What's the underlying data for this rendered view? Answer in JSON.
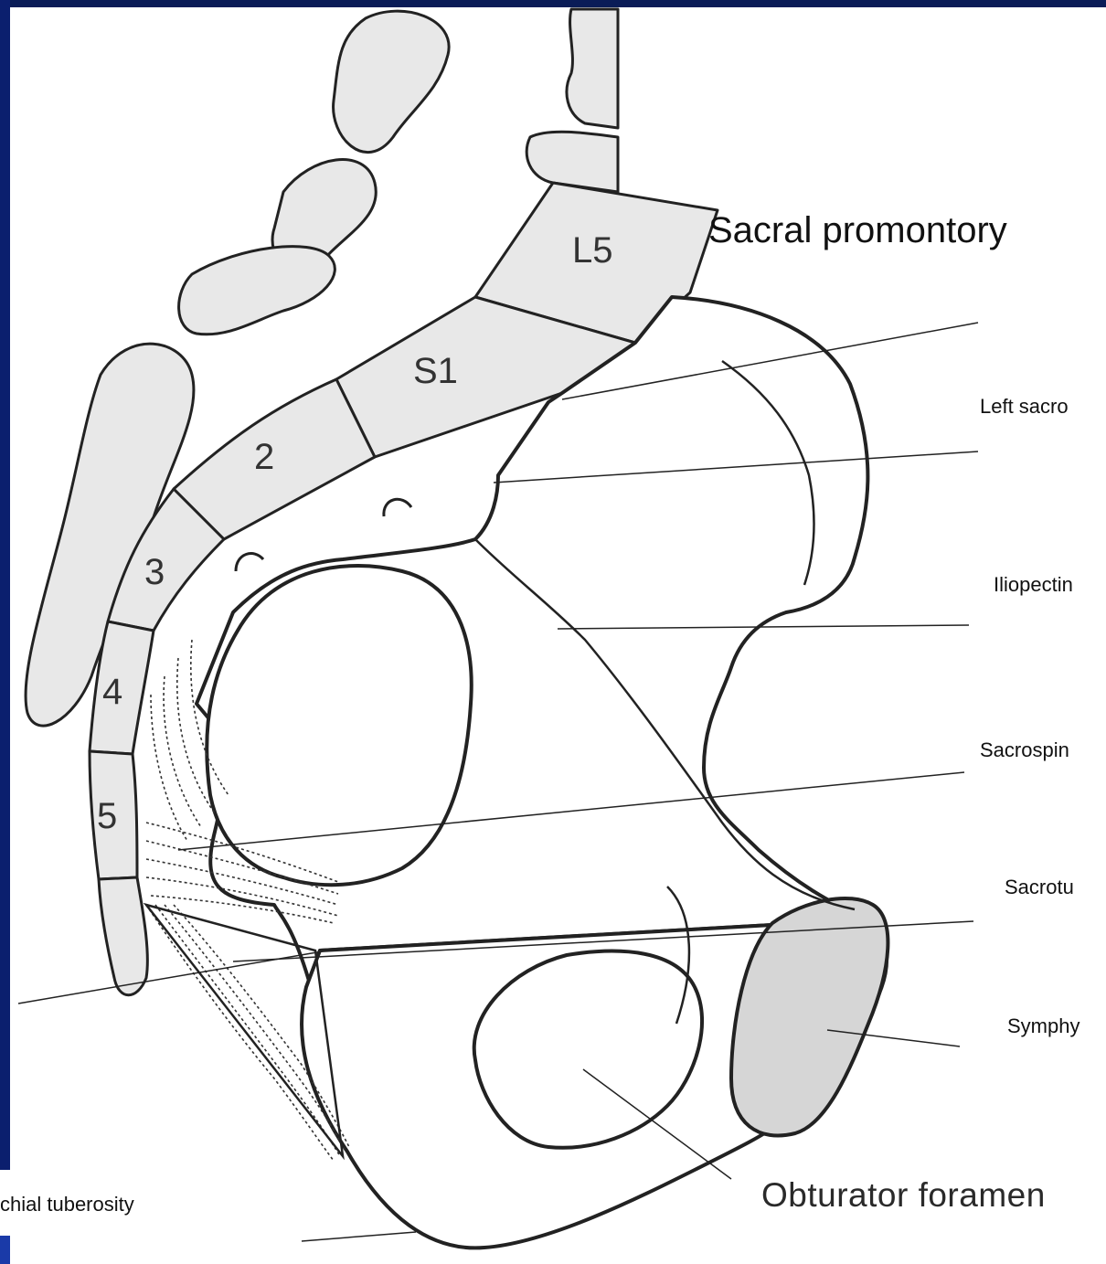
{
  "labels": {
    "sacral_promontory": "Sacral promontory",
    "left_sacro": "Left sacro",
    "iliopectin": "Iliopectin",
    "sacrospin": "Sacrospin",
    "sacrotu": "Sacrotu",
    "symphy": "Symphy",
    "obturator_foramen": "Obturator foramen",
    "ischial_tuberosity": "chial tuberosity"
  },
  "vertebrae": {
    "l5": "L5",
    "s1": "S1",
    "s2": "2",
    "s3": "3",
    "s4": "4",
    "s5": "5"
  },
  "colors": {
    "frame": "#0b1f6e",
    "bone_fill": "#e8e8e8",
    "symphysis_fill": "#d6d6d6",
    "outline": "#222222"
  }
}
